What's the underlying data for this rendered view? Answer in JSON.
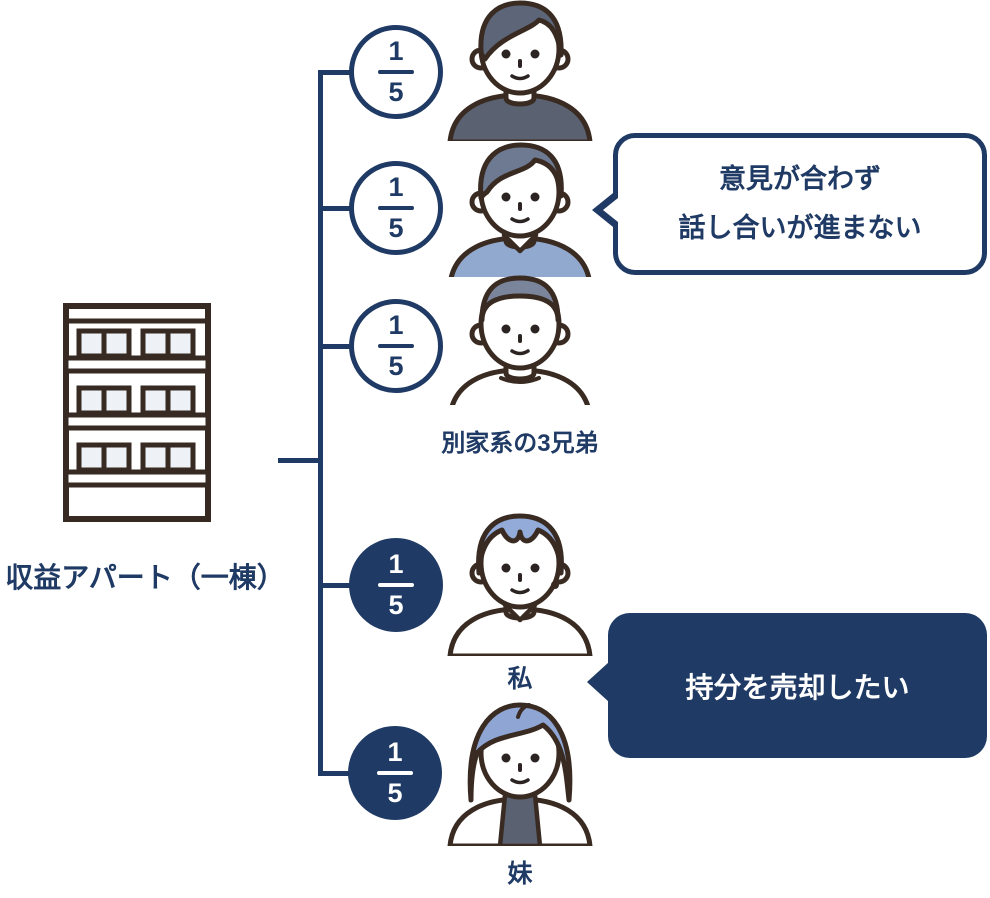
{
  "palette": {
    "navy": "#1f3a64",
    "illustration_outline": "#3a2b22",
    "light_blue_clothing": "#92a9cf",
    "dark_slate_clothing": "#5a6170",
    "slate_hair": "#67748c",
    "periwinkle_hair": "#93abd8",
    "window_fill": "#eef1f5",
    "white": "#ffffff"
  },
  "building": {
    "label": "収益アパート（一棟）"
  },
  "shares": [
    {
      "numerator": "1",
      "denominator": "5"
    },
    {
      "numerator": "1",
      "denominator": "5"
    },
    {
      "numerator": "1",
      "denominator": "5"
    },
    {
      "numerator": "1",
      "denominator": "5"
    },
    {
      "numerator": "1",
      "denominator": "5"
    }
  ],
  "group_labels": {
    "brothers": "別家系の3兄弟",
    "me": "私",
    "sister": "妹"
  },
  "bubbles": {
    "disagreement_line1": "意見が合わず",
    "disagreement_line2": "話し合いが進まない",
    "sell": "持分を売却したい"
  }
}
